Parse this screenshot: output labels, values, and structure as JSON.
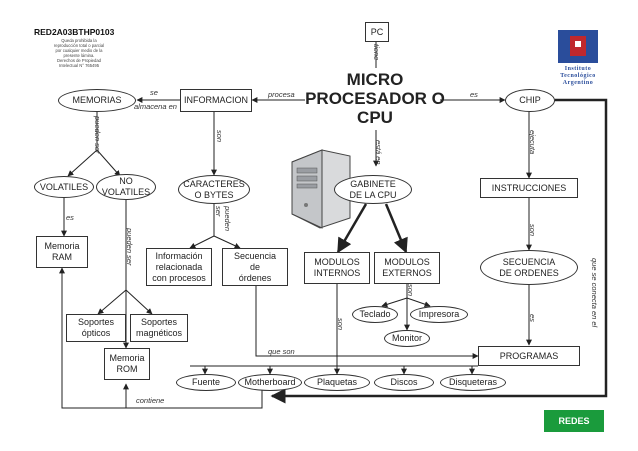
{
  "header": {
    "code": "RED2A03BTHP0103",
    "copyright": "Queda prohibida la\nreproducción total o parcial\npor cualquier medio de la\npresente lámina.\nDerechos de Propiedad\nIntelectual N° 765495",
    "logo_text": "Instituto\nTecnológico\nArgentino"
  },
  "title": "MICRO\nPROCESADOR\nO CPU",
  "nodes": {
    "pc": "PC",
    "memorias": "MEMORIAS",
    "informacion": "INFORMACION",
    "chip": "CHIP",
    "volatiles": "VOLATILES",
    "no_volatiles": "NO\nVOLATILES",
    "caracteres": "CARACTERES\nO BYTES",
    "gabinete": "GABINETE\nDE LA CPU",
    "instrucciones": "INSTRUCCIONES",
    "memoria_ram": "Memoria\nRAM",
    "info_relacionada": "Información\nrelacionada\ncon procesos",
    "secuencia_ordenes_small": "Secuencia\nde\nórdenes",
    "modulos_internos": "MODULOS\nINTERNOS",
    "modulos_externos": "MODULOS\nEXTERNOS",
    "secuencia_ordenes": "SECUENCIA\nDE ORDENES",
    "teclado": "Teclado",
    "impresora": "Impresora",
    "monitor": "Monitor",
    "soportes_opticos": "Soportes\nópticos",
    "soportes_magneticos": "Soportes\nmagnéticos",
    "memoria_rom": "Memoria\nROM",
    "programas": "PROGRAMAS",
    "fuente": "Fuente",
    "motherboard": "Motherboard",
    "plaquetas": "Plaquetas",
    "discos": "Discos",
    "disqueteras": "Disqueteras",
    "redes": "REDES"
  },
  "labels": {
    "tiene": "tiene",
    "se": "se",
    "almacena_en": "almacena en",
    "procesa": "procesa",
    "es_chip": "es",
    "pueden_ser_mem": "pueden ser",
    "son_info": "son",
    "esta_en": "está en",
    "ejecuta": "ejecuta",
    "es_vol": "es",
    "pueden_ser_nv": "pueden ser",
    "pueden_ser_car": "pueden\nser",
    "son_ext": "son",
    "son_inst": "son",
    "son_int": "son",
    "que_se_conecta": "que se conecta en el",
    "es_sec": "es",
    "que_son": "que son",
    "contiene": "contiene"
  }
}
